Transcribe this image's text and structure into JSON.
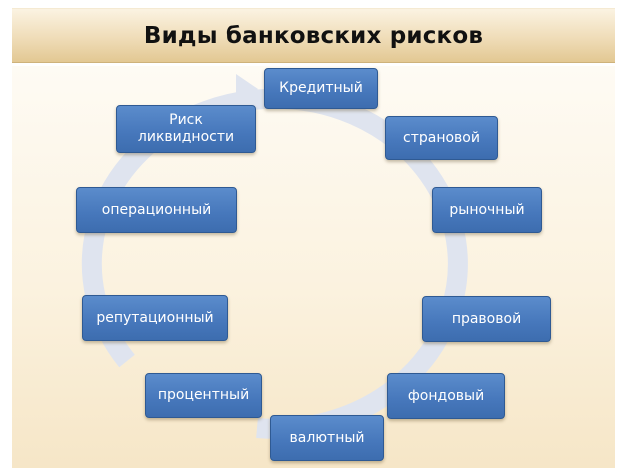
{
  "slide": {
    "title": "Виды банковских рисков"
  },
  "diagram": {
    "nodes": [
      {
        "label": "Кредитный"
      },
      {
        "label": "страновой"
      },
      {
        "label": "рыночный"
      },
      {
        "label": "правовой"
      },
      {
        "label": "фондовый"
      },
      {
        "label": "валютный"
      },
      {
        "label": "процентный"
      },
      {
        "label": "репутационный"
      },
      {
        "label": "операционный"
      },
      {
        "label": "Риск ликвидности"
      }
    ]
  },
  "colors": {
    "node_fill": "#4677bb",
    "node_border": "#2f5a93",
    "ring": "#dfe4ef",
    "title_band": "#efdcb7"
  }
}
